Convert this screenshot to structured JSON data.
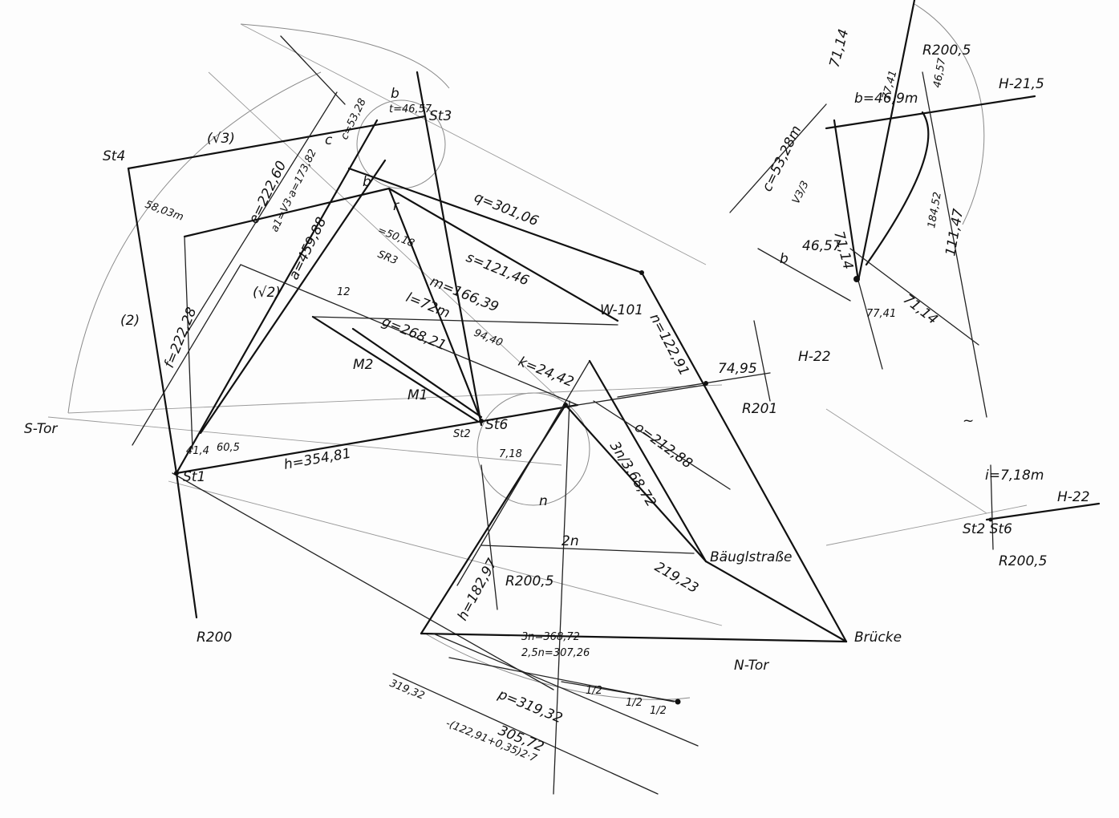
{
  "labels": {
    "st4": "St4",
    "st3": "St3",
    "st1": "St1",
    "st2": "St2",
    "st6": "St6",
    "st2_st6": "St2 St6",
    "s_tor": "S-Tor",
    "n_tor": "N-Tor",
    "r200": "R200",
    "r201": "R201",
    "r200_5_mid": "R200,5",
    "r200_5_top": "R200,5",
    "r200_5_right": "R200,5",
    "h22": "H-22",
    "h22_right": "H-22",
    "h21_5": "H-21,5",
    "w101": "W-101",
    "m1": "M1",
    "m2": "M2",
    "baeuglestrasse": "Bäuglstraße",
    "bruecke": "Brücke",
    "b_top": "b",
    "b_mid": "b",
    "b_right": "b",
    "c_mid": "c",
    "r_mid": "r",
    "n_mid": "n",
    "root3": "(√3)",
    "root2": "(√2)",
    "two": "(2)"
  },
  "measures": {
    "e": "e=222,60",
    "a1": "a1=V3·a=173,82",
    "a": "a=459,88",
    "f": "f=222,28",
    "c_top": "c=53,28",
    "t": "t=46,57",
    "q": "q=301,06",
    "s": "s=121,46",
    "m": "m=166,39",
    "l": "l=72m",
    "g": "g=268,21",
    "k": "k=24,42",
    "sr": "SR3",
    "v94": "94,40",
    "v50": "=50,18",
    "n_val": "n=122,91",
    "v74": "74,95",
    "o": "o=212,88",
    "h": "h=354,81",
    "v7_18": "7,18",
    "v3n": "3n/3,68,72",
    "h_lower": "h=182,97",
    "v2n": "2n",
    "v219": "219,23",
    "v3n_2": "3n=368,72",
    "v2_5n": "2,5n=307,26",
    "p": "p=319,32",
    "v305": "305,72",
    "v319": "319,32",
    "formula": "-(122,91+0,35)2·7",
    "half1": "1/2",
    "half2": "1/2",
    "half3": "1/2",
    "v58": "58,03m",
    "v41": "41,4",
    "v60": "60,5",
    "v12": "12",
    "v71_14_top": "71,14",
    "b_right_val": "b=46,9m",
    "c_right": "c=53,28m",
    "v46_57_right": "46,57",
    "v71_14_mid": "71,14",
    "v71_14_right": "71,14",
    "v77_41": "77,41",
    "v77_41_top": "77,41",
    "v184_52": "184,52",
    "v11147": "111,47",
    "v46_57_vert": "46,57",
    "i": "i=7,18m",
    "v_root3": "V3/3",
    "tilde": "~"
  }
}
